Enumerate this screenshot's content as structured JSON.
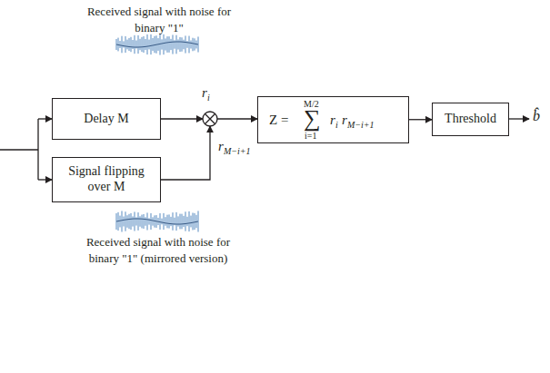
{
  "diagram": {
    "nodes": [
      {
        "text": [
          "Delay M"
        ]
      },
      {
        "text": [
          "Signal flipping over M"
        ]
      },
      {
        "text": [
          "Z =",
          "M/2",
          "∑",
          "i=1",
          "r",
          "i",
          "r",
          "M−i+1"
        ]
      },
      {
        "text": [
          "Threshold"
        ]
      }
    ],
    "edges": [
      {
        "from": 2,
        "to": 3,
        "arrow": "to"
      }
    ],
    "labels": [
      "Received signal with noise for binary \"1\"",
      "r",
      "i",
      "r",
      "M−i+1",
      "Received signal with noise for binary \"1\" (mirrored version)",
      "b̂"
    ]
  }
}
